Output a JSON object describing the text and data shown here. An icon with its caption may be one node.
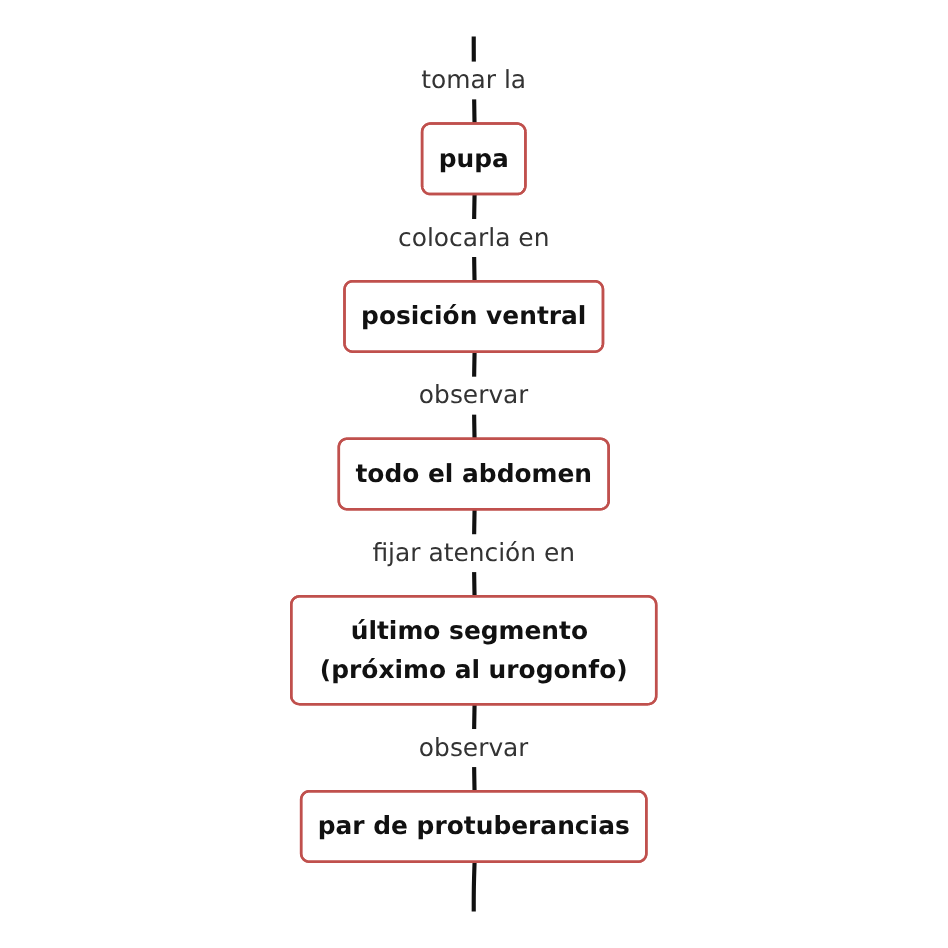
{
  "diagram": {
    "nodes": [
      {
        "text": [
          "pupa"
        ]
      },
      {
        "text": [
          "posición ventral"
        ]
      },
      {
        "text": [
          "todo el abdomen"
        ]
      },
      {
        "text": [
          "último segmento (próximo al urogonfo)"
        ]
      },
      {
        "text": [
          "par de protuberancias"
        ]
      }
    ],
    "edges": [
      {
        "from": null,
        "to": 0,
        "arrow": "none",
        "label": "tomar la"
      },
      {
        "from": 0,
        "to": 1,
        "arrow": "none",
        "label": "colocarla en"
      },
      {
        "from": 1,
        "to": 2,
        "arrow": "none",
        "label": "observar"
      },
      {
        "from": 2,
        "to": 3,
        "arrow": "none",
        "label": "fijar atención en"
      },
      {
        "from": 3,
        "to": 4,
        "arrow": "none",
        "label": "observar"
      },
      {
        "from": 4,
        "to": null,
        "arrow": "none"
      }
    ]
  }
}
